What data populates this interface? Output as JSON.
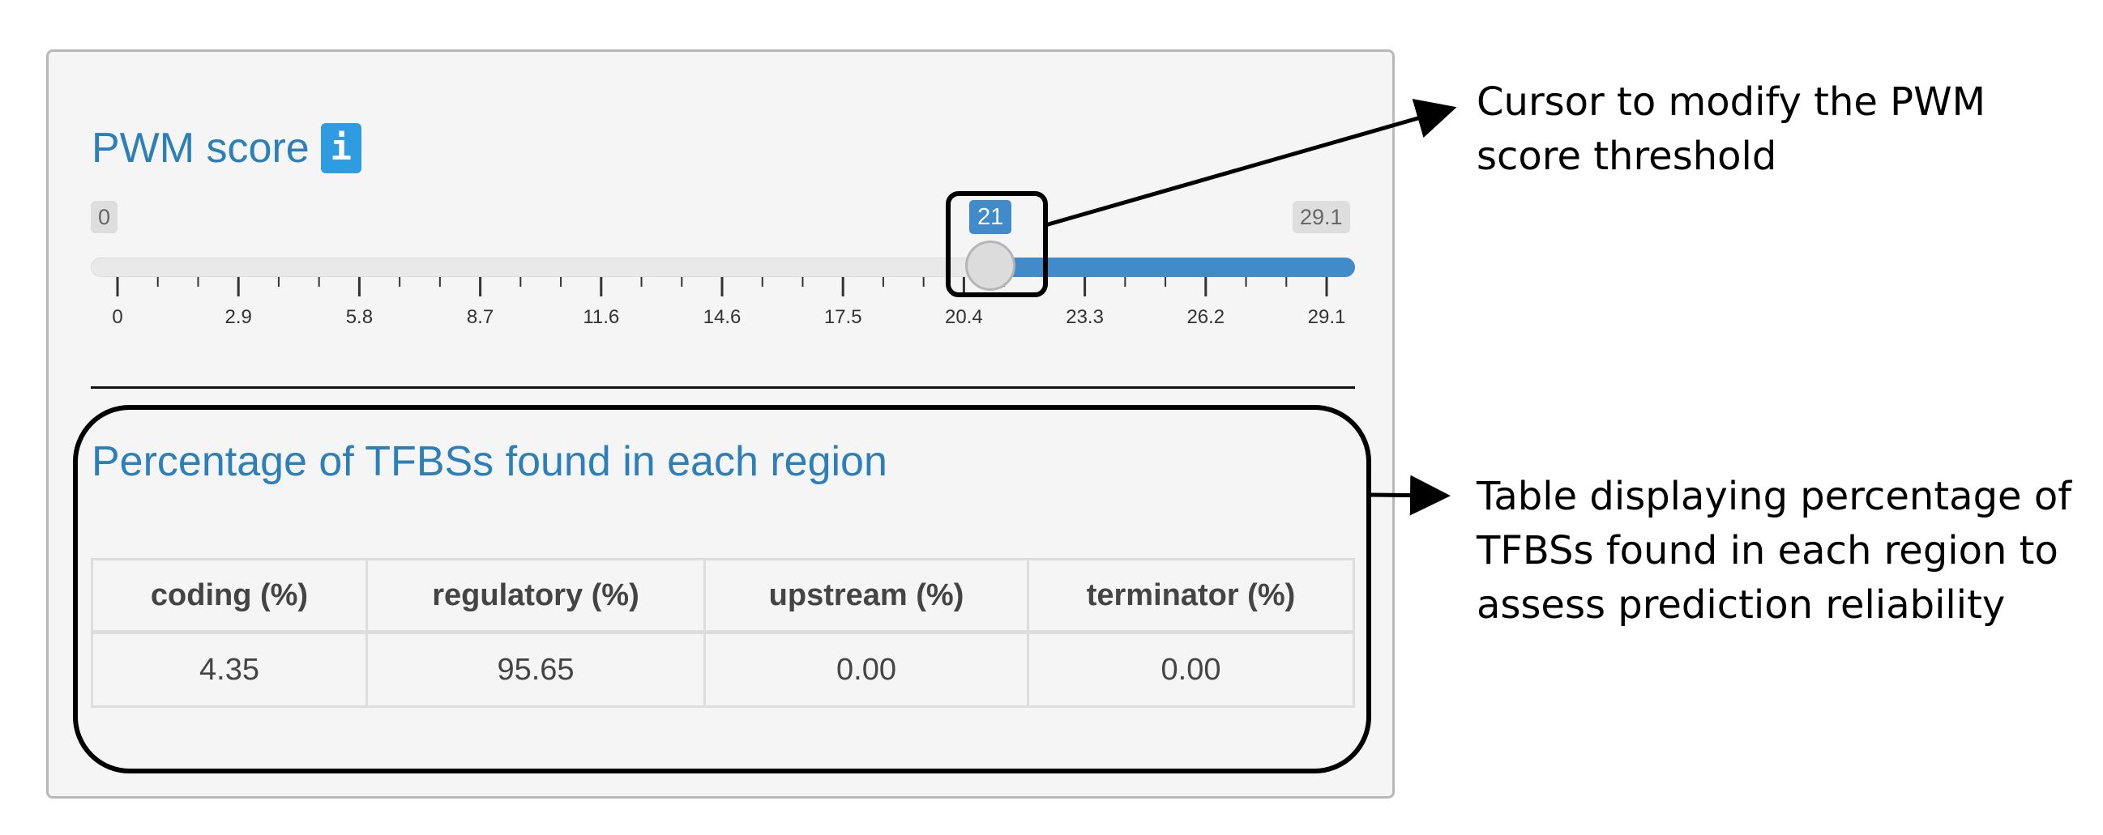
{
  "pwm": {
    "title": "PWM score",
    "info_icon": "info-icon",
    "slider": {
      "min_label": "0",
      "max_label": "29.1",
      "value_label": "21",
      "min": 0,
      "max": 29.1,
      "value": 21,
      "tick_labels": [
        "0",
        "2.9",
        "5.8",
        "8.7",
        "11.6",
        "14.6",
        "17.5",
        "20.4",
        "23.3",
        "26.2",
        "29.1"
      ]
    }
  },
  "regions": {
    "title": "Percentage of TFBSs found in each region",
    "headers": [
      "coding (%)",
      "regulatory (%)",
      "upstream (%)",
      "terminator (%)"
    ],
    "values": [
      "4.35",
      "95.65",
      "0.00",
      "0.00"
    ]
  },
  "annotations": {
    "slider_note": "Cursor to modify the PWM score threshold",
    "table_note": "Table displaying percentage of TFBSs found in each region to assess prediction reliability"
  },
  "colors": {
    "accent": "#428bca",
    "title": "#2c7fb8",
    "info": "#2f9be0"
  }
}
